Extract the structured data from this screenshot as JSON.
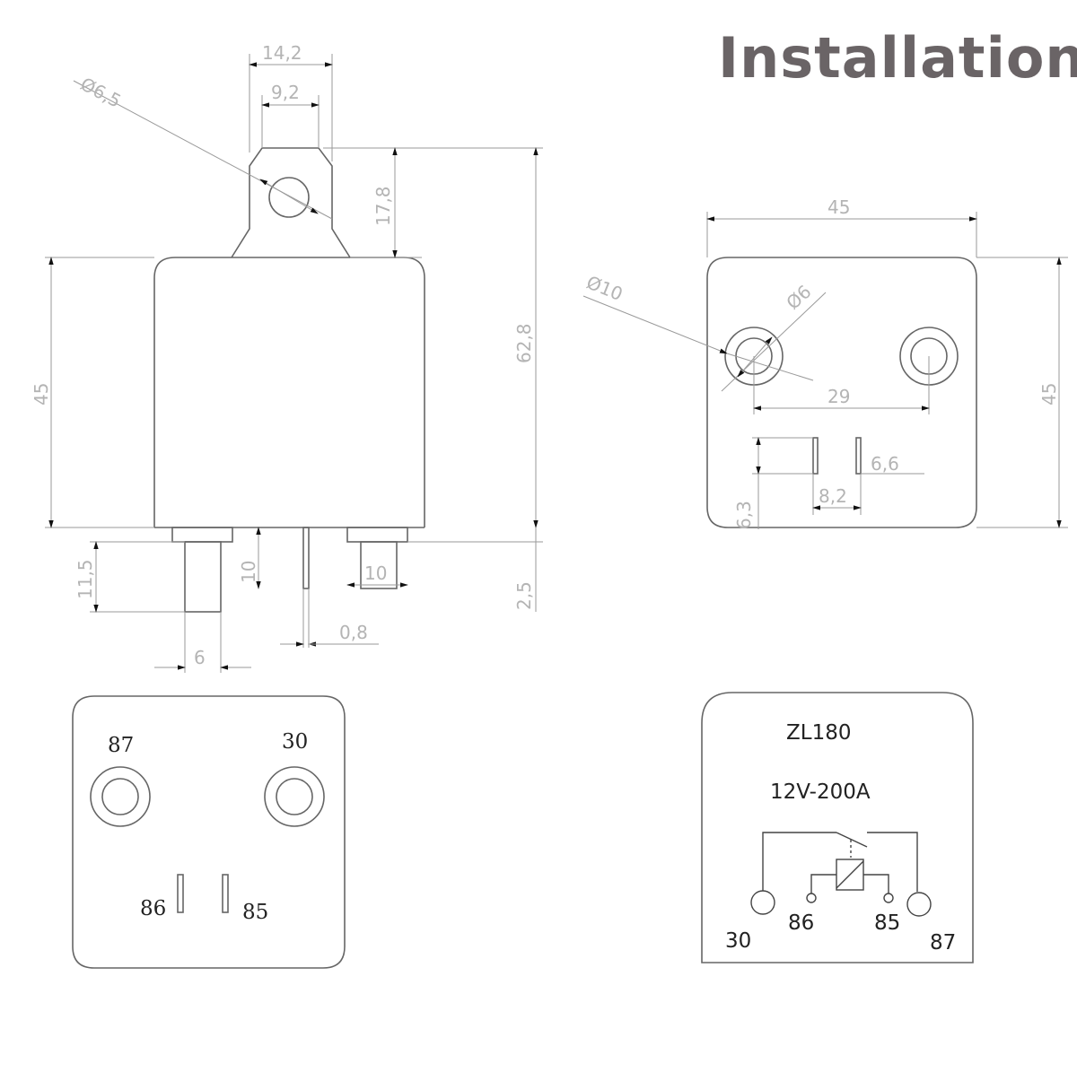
{
  "title": "Installation",
  "side_view": {
    "dim_tab_width": "14,2",
    "dim_tab_inner": "9,2",
    "dim_hole": "Ø6,5",
    "dim_tab_height": "17,8",
    "dim_total_height": "62,8",
    "dim_body_height": "45",
    "dim_terminal_len": "11,5",
    "dim_small_len": "10",
    "dim_small_width": "10",
    "dim_terminal_w": "6",
    "dim_pin_thk": "0,8",
    "dim_base": "2,5"
  },
  "top_view": {
    "dim_width": "45",
    "dim_height": "45",
    "dim_outer_dia": "Ø10",
    "dim_inner_dia": "Ø6",
    "dim_spacing": "29",
    "dim_pin_len": "6,6",
    "dim_pin_pitch": "8,2",
    "dim_pin_offset": "6,3"
  },
  "bottom_view": {
    "label_87": "87",
    "label_30": "30",
    "label_86": "86",
    "label_85": "85"
  },
  "label_view": {
    "model": "ZL180",
    "rating": "12V-200A",
    "pin_30": "30",
    "pin_86": "86",
    "pin_85": "85",
    "pin_87": "87"
  }
}
